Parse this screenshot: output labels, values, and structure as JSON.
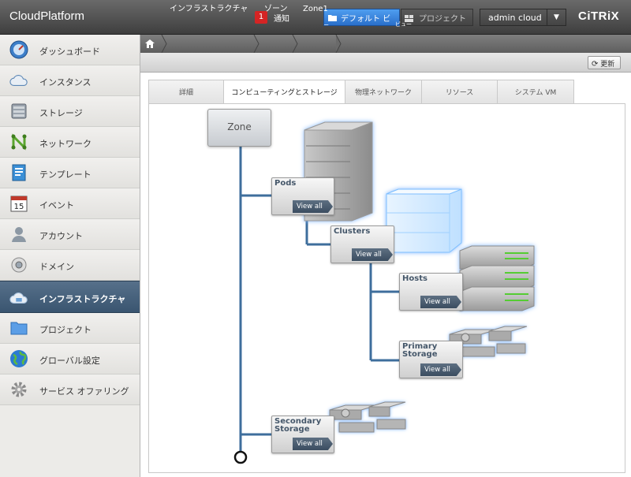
{
  "header": {
    "app_title": "CloudPlatform",
    "notification_count": "1",
    "notification_label": "通知",
    "default_view_label": "デフォルト ビ",
    "default_view_overflow": "ュー",
    "project_view_label": "プロジェクト",
    "project_view_overflow": "ビュー",
    "user_name": "admin cloud",
    "brand": "CiTRiX"
  },
  "sidebar": {
    "items": [
      {
        "label": "ダッシュボード",
        "icon": "dashboard-icon"
      },
      {
        "label": "インスタンス",
        "icon": "cloud-icon"
      },
      {
        "label": "ストレージ",
        "icon": "storage-icon"
      },
      {
        "label": "ネットワーク",
        "icon": "network-icon"
      },
      {
        "label": "テンプレート",
        "icon": "template-icon"
      },
      {
        "label": "イベント",
        "icon": "calendar-icon"
      },
      {
        "label": "アカウント",
        "icon": "account-icon"
      },
      {
        "label": "ドメイン",
        "icon": "domain-icon"
      },
      {
        "label": "インフラストラクチャ",
        "icon": "infrastructure-icon",
        "active": true
      },
      {
        "label": "プロジェクト",
        "icon": "folder-icon"
      },
      {
        "label": "グローバル設定",
        "icon": "globe-icon"
      },
      {
        "label": "サービス オファリング",
        "icon": "gear-icon"
      }
    ],
    "calendar_day": "15"
  },
  "breadcrumb": [
    "インフラストラクチャ",
    "ゾーン",
    "Zone1"
  ],
  "toolbar": {
    "refresh_label": "更新"
  },
  "tabs": [
    {
      "label": "詳細"
    },
    {
      "label": "コンピューティングとストレージ",
      "active": true
    },
    {
      "label": "物理ネットワーク"
    },
    {
      "label": "リソース"
    },
    {
      "label": "システム VM"
    }
  ],
  "diagram": {
    "zone_label": "Zone",
    "view_all_label": "View all",
    "nodes": {
      "pods": "Pods",
      "clusters": "Clusters",
      "hosts": "Hosts",
      "primary_storage_1": "Primary",
      "primary_storage_2": "Storage",
      "secondary_storage_1": "Secondary",
      "secondary_storage_2": "Storage"
    }
  },
  "colors": {
    "accent": "#2a6fca",
    "tree_line": "#3e6e9c",
    "sidebar_active": "#3a5570"
  }
}
